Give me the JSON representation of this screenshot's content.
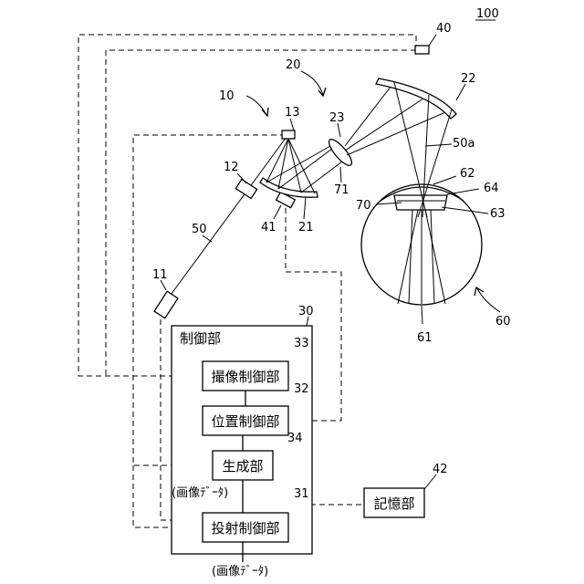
{
  "labels": {
    "system": "100",
    "camera": "40",
    "optical_system": "20",
    "scanning_part": "10",
    "mirror_22": "22",
    "mirror_13": "13",
    "lens_23": "23",
    "beam_50a": "50a",
    "comp_12": "12",
    "comp_62": "62",
    "comp_64": "64",
    "comp_70": "70",
    "comp_71": "71",
    "comp_63": "63",
    "beam_50": "50",
    "comp_41": "41",
    "comp_21": "21",
    "comp_11": "11",
    "eye_60": "60",
    "retina_61": "61",
    "control_30": "30",
    "block_33": "33",
    "block_32": "32",
    "block_34": "34",
    "block_31": "31",
    "storage_42": "42"
  },
  "blocks": {
    "control_title": "制御部",
    "imaging_control": "撮像制御部",
    "position_control": "位置制御部",
    "generation": "生成部",
    "projection_control": "投射制御部",
    "storage": "記憶部",
    "image_data_1": "(画像ﾃﾞｰﾀ)",
    "image_data_2": "(画像ﾃﾞｰﾀ)"
  }
}
